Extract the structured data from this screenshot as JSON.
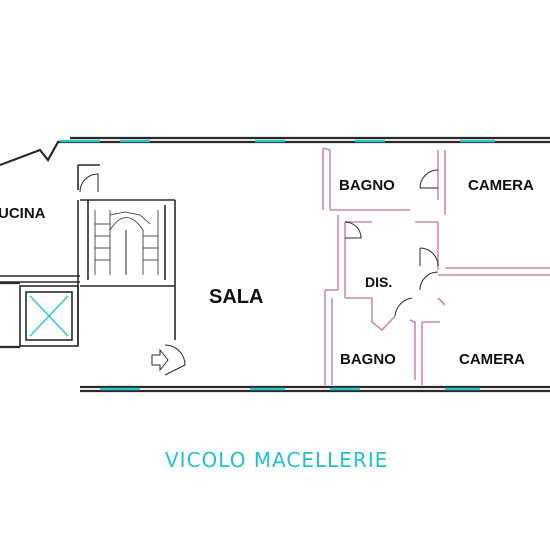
{
  "rooms": {
    "cucina": "UCINA",
    "sala": "SALA",
    "bagno_top": "BAGNO",
    "camera_top": "CAMERA",
    "dis": "DIS.",
    "bagno_bottom": "BAGNO",
    "camera_bottom": "CAMERA"
  },
  "street_label": "VICOLO MACELLERIE",
  "colors": {
    "wall": "#2a2a2a",
    "partition": "#c98ab2",
    "window": "#2ec4c8",
    "street_text": "#22c3c6"
  }
}
